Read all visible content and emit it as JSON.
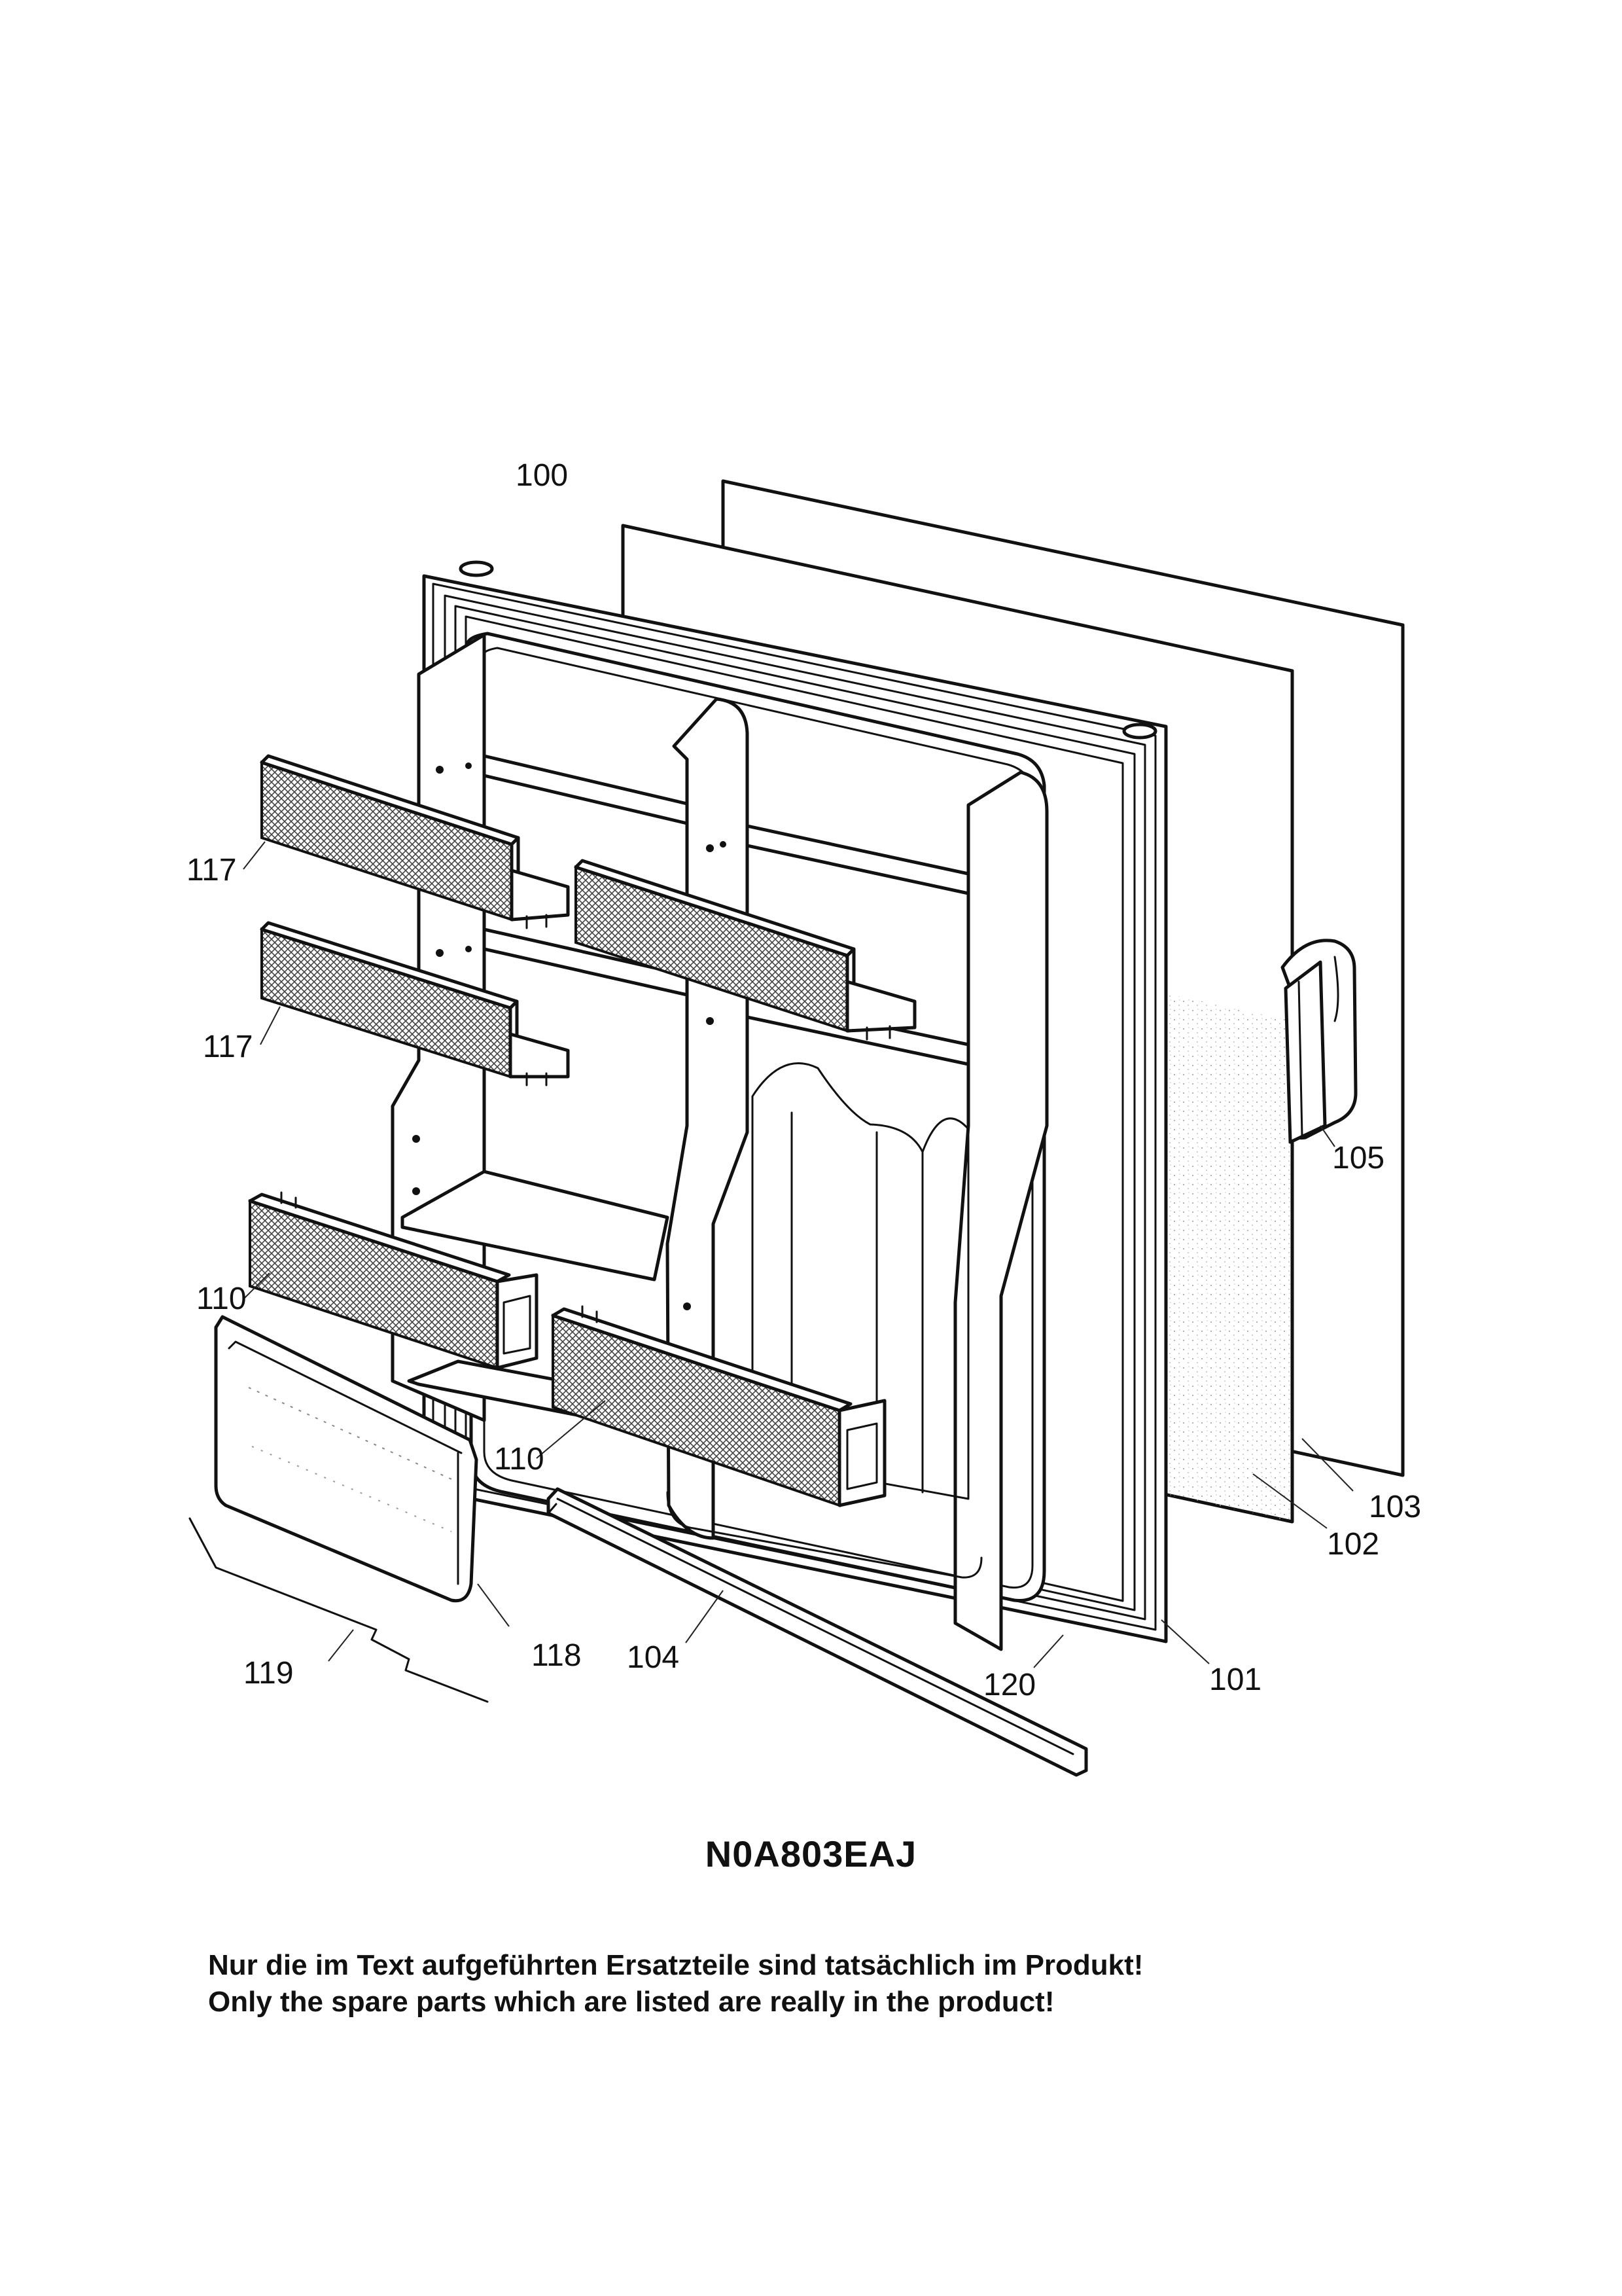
{
  "diagram": {
    "model_code": "N0A803EAJ",
    "note_de": "Nur die im Text aufgeführten Ersatzteile sind tatsächlich im Produkt!",
    "note_en": "Only the spare parts which are listed are really in the product!",
    "callouts": {
      "c100": "100",
      "c101": "101",
      "c102": "102",
      "c103": "103",
      "c104": "104",
      "c105": "105",
      "c110a": "110",
      "c110b": "110",
      "c117a": "117",
      "c117b": "117",
      "c118": "118",
      "c119": "119",
      "c120": "120"
    }
  }
}
